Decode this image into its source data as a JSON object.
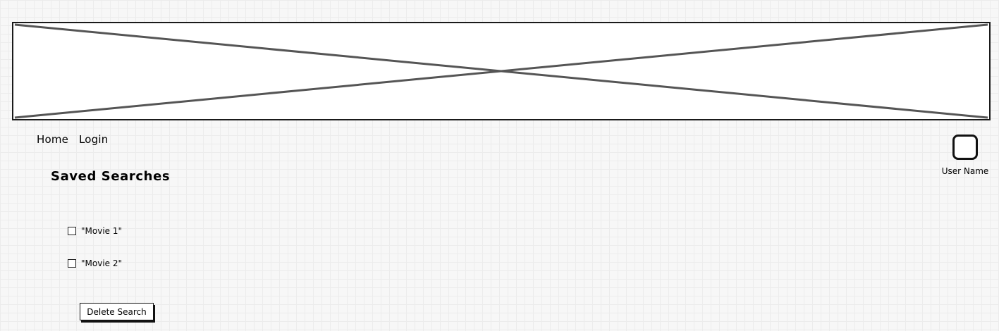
{
  "banner": {
    "icon": "image-placeholder-icon"
  },
  "nav": {
    "home": "Home",
    "login": "Login"
  },
  "user": {
    "name": "User Name",
    "avatar_icon": "avatar-placeholder-icon"
  },
  "page": {
    "title": "Saved Searches"
  },
  "saved_searches": [
    {
      "label": "\"Movie 1\"",
      "checked": false
    },
    {
      "label": "\"Movie 2\"",
      "checked": false
    }
  ],
  "actions": {
    "delete_label": "Delete Search"
  },
  "colors": {
    "background": "#f7f7f7",
    "grid": "#ececec",
    "stroke": "#1a1a1a",
    "placeholder_cross": "#555555"
  }
}
